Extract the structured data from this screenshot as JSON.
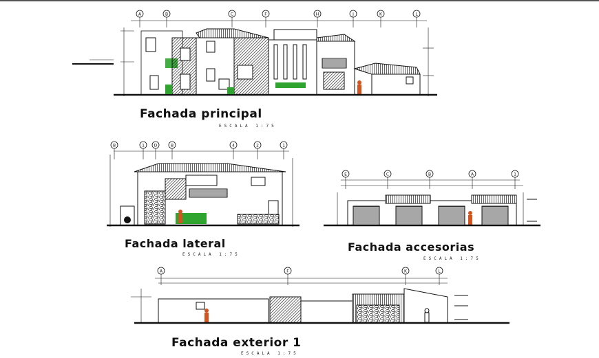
{
  "drawings": [
    {
      "id": "principal",
      "title": "Fachada principal",
      "scale": "ESCALA 1:75",
      "axes": [
        "A",
        "B",
        "C",
        "F",
        "H",
        "J",
        "K",
        "L"
      ]
    },
    {
      "id": "lateral",
      "title": "Fachada lateral",
      "scale": "ESCALA 1:75",
      "axes": [
        "B",
        "1",
        "D",
        "B",
        "4",
        "2",
        "1"
      ]
    },
    {
      "id": "accesorias",
      "title": "Fachada accesorias",
      "scale": "ESCALA 1:75",
      "axes": [
        "E",
        "C",
        "B",
        "A",
        "1"
      ]
    },
    {
      "id": "exterior",
      "title": "Fachada exterior 1",
      "scale": "ESCALA 1:75",
      "axes": [
        "A",
        "F",
        "K",
        "L"
      ]
    }
  ],
  "colors": {
    "line": "#111111",
    "roof": "#3a3a3a",
    "plant": "#2fa52f",
    "figure": "#d4541f"
  }
}
